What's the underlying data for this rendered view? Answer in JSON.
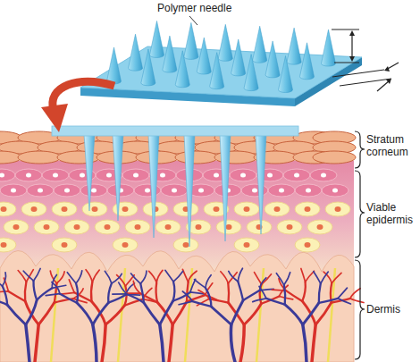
{
  "diagram": {
    "labels": [
      "Polymer needle",
      "Stratum corneum",
      "Viable epidermis",
      "Dermis"
    ]
  }
}
